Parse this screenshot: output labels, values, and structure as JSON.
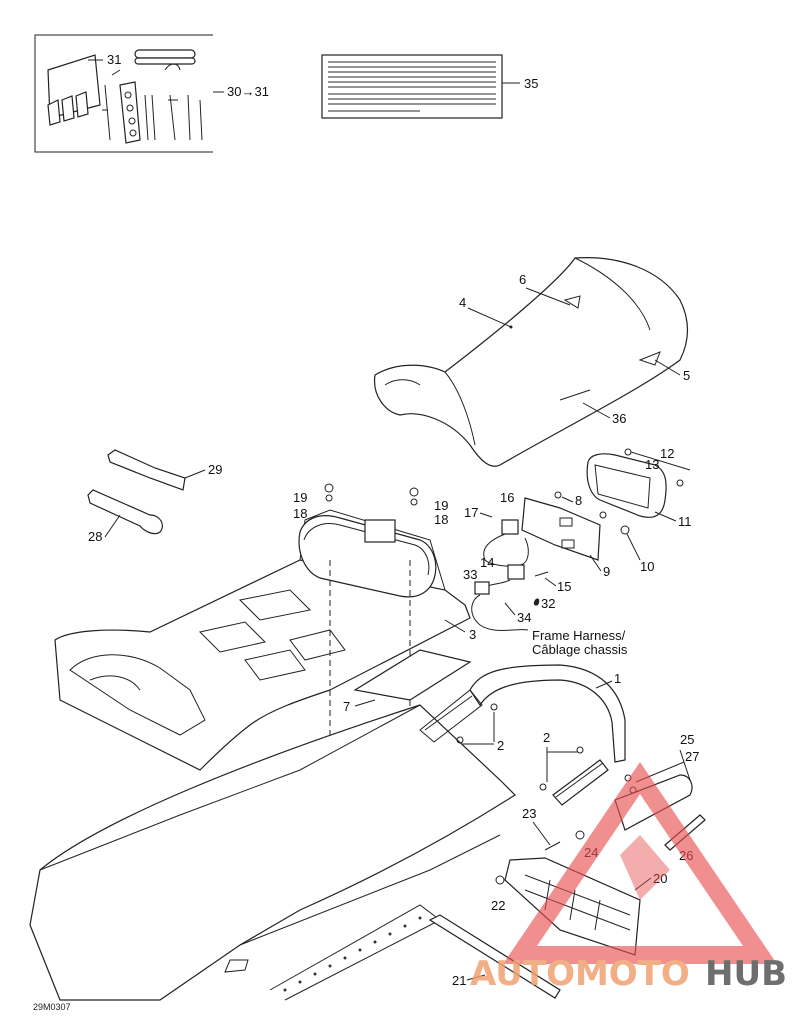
{
  "callouts": {
    "c1": "1",
    "c2a": "2",
    "c2b": "2",
    "c3": "3",
    "c4": "4",
    "c5": "5",
    "c6": "6",
    "c7": "7",
    "c8": "8",
    "c9": "9",
    "c10": "10",
    "c11": "11",
    "c12": "12",
    "c13": "13",
    "c14": "14",
    "c15": "15",
    "c16": "16",
    "c17": "17",
    "c18a": "18",
    "c18b": "18",
    "c19a": "19",
    "c19b": "19",
    "c20": "20",
    "c21": "21",
    "c22": "22",
    "c23": "23",
    "c24": "24",
    "c25": "25",
    "c26": "26",
    "c27": "27",
    "c28": "28",
    "c29": "29",
    "c30_31": "30→31",
    "c31": "31",
    "c32": "32",
    "c33": "33",
    "c34": "34",
    "c35": "35",
    "c36": "36"
  },
  "harness_label": {
    "line1": "Frame Harness/",
    "line2": "Câblage chassis"
  },
  "figure_code": "29M0307",
  "watermark": {
    "part1": "AUTOMOTO",
    "part2": "HUB",
    "color_main": "#f0a070",
    "color_dark": "#555555",
    "triangle_color": "#e85050"
  }
}
